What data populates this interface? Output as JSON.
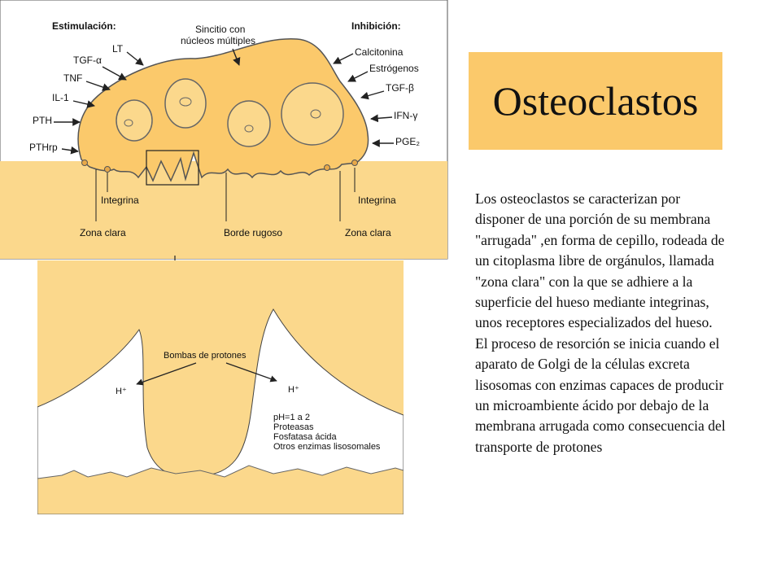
{
  "slide": {
    "title": "Osteoclastos",
    "body": "Los osteoclastos se caracterizan por disponer de una porción de su membrana \"arrugada\" ,en forma de cepillo, rodeada de un citoplasma libre de orgánulos, llamada \"zona clara\" con la que se adhiere a la superficie del hueso mediante integrinas, unos receptores especializados del hueso. El proceso de resorción se inicia cuando el aparato de Golgi de la células excreta lisosomas con enzimas capaces de producir un microambiente ácido por debajo de la membrana arrugada como consecuencia del transporte de protones"
  },
  "colors": {
    "cell": "#fbc96b",
    "bone": "#fbd88c",
    "title_bg": "#fbc96b"
  },
  "top_diagram": {
    "stim_header": "Estimulación:",
    "inhib_header": "Inhibición:",
    "syncytium_line1": "Sincitio con",
    "syncytium_line2": "núcleos múltiples",
    "stimulators": [
      "LT",
      "TGF-α",
      "TNF",
      "IL-1",
      "PTH",
      "PTHrp"
    ],
    "inhibitors": [
      "Calcitonina",
      "Estrógenos",
      "TGF-β",
      "IFN-γ",
      "PGE₂"
    ],
    "labels": {
      "integrina_left": "Integrina",
      "integrina_right": "Integrina",
      "zona_clara_left": "Zona clara",
      "zona_clara_right": "Zona clara",
      "borde_rugoso": "Borde rugoso"
    }
  },
  "bottom_diagram": {
    "pumps": "Bombas de protones",
    "proton_left": "H⁺",
    "proton_right": "H⁺",
    "contents": [
      "pH=1 a 2",
      "Proteasas",
      "Fosfatasa ácida",
      "Otros enzimas lisosomales"
    ]
  }
}
